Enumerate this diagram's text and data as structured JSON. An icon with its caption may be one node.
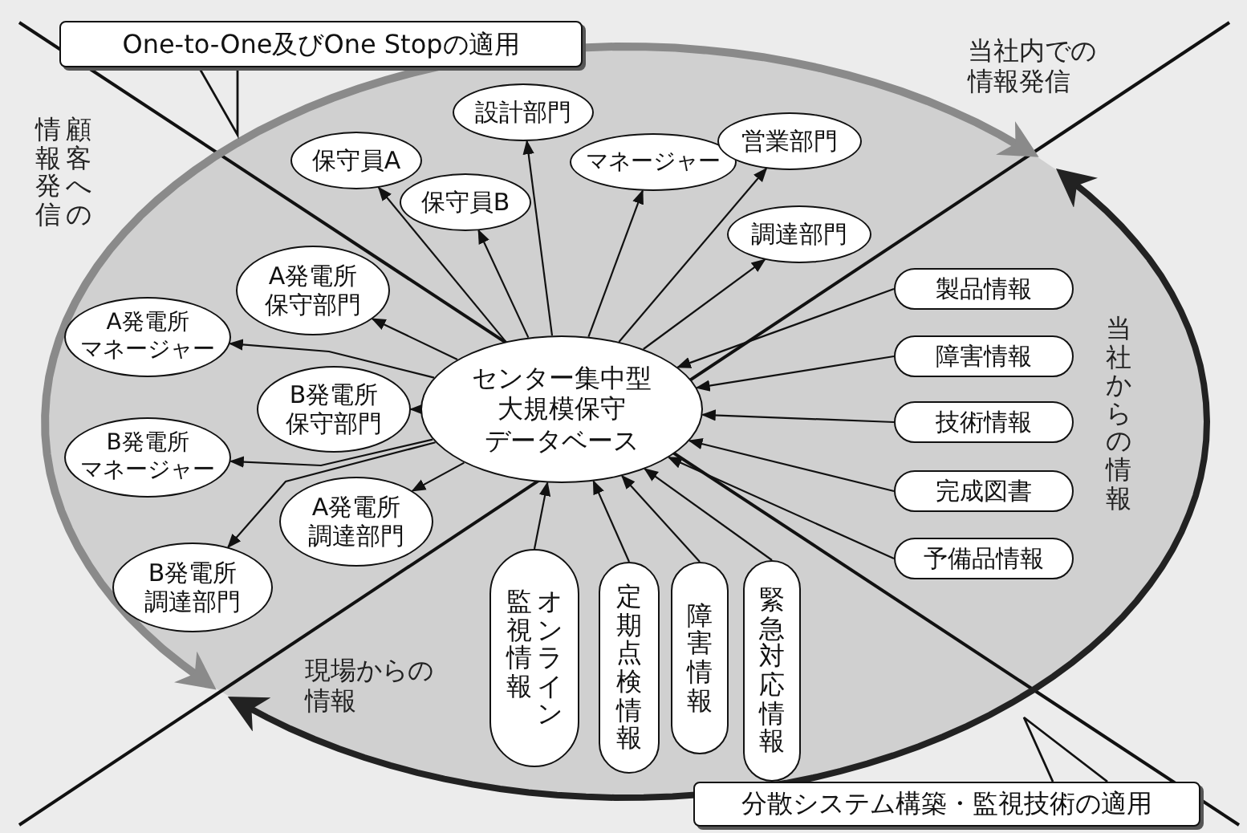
{
  "diagram": {
    "nodes": [
      {
        "text": [
          "One-to-One及びOne Stopの適用"
        ]
      },
      {
        "text": [
          "センター集中型大規模保守データベース"
        ]
      },
      {
        "text": [
          "保守員A"
        ]
      },
      {
        "text": [
          "保守員B"
        ]
      },
      {
        "text": [
          "設計部門"
        ]
      },
      {
        "text": [
          "マネージャー"
        ]
      },
      {
        "text": [
          "営業部門"
        ]
      },
      {
        "text": [
          "調達部門"
        ]
      },
      {
        "text": [
          "A発電所保守部門"
        ]
      },
      {
        "text": [
          "A発電所マネージャー"
        ]
      },
      {
        "text": [
          "B発電所保守部門"
        ]
      },
      {
        "text": [
          "B発電所マネージャー"
        ]
      },
      {
        "text": [
          "A発電所調達部門"
        ]
      },
      {
        "text": [
          "B発電所調達部門"
        ]
      },
      {
        "text": [
          "製品情報"
        ]
      },
      {
        "text": [
          "障害情報"
        ]
      },
      {
        "text": [
          "技術情報"
        ]
      },
      {
        "text": [
          "完成図書"
        ]
      },
      {
        "text": [
          "予備品情報"
        ]
      },
      {
        "text": [
          "オンライン監視情報"
        ]
      },
      {
        "text": [
          "定期点検情報"
        ]
      },
      {
        "text": [
          "障害情報"
        ]
      },
      {
        "text": [
          "緊急対応情報"
        ]
      },
      {
        "text": [
          "分散システム構築・監視技術の適用"
        ]
      }
    ],
    "edges": [
      {
        "from": 1,
        "to": 2,
        "arrow": "to"
      },
      {
        "from": 1,
        "to": 3,
        "arrow": "to"
      },
      {
        "from": 1,
        "to": 4,
        "arrow": "to"
      },
      {
        "from": 1,
        "to": 5,
        "arrow": "to"
      },
      {
        "from": 1,
        "to": 6,
        "arrow": "to"
      },
      {
        "from": 1,
        "to": 7,
        "arrow": "to"
      },
      {
        "from": 1,
        "to": 8,
        "arrow": "to"
      },
      {
        "from": 1,
        "to": 9,
        "arrow": "to"
      },
      {
        "from": 1,
        "to": 10,
        "arrow": "to"
      },
      {
        "from": 1,
        "to": 11,
        "arrow": "to"
      },
      {
        "from": 1,
        "to": 12,
        "arrow": "to"
      },
      {
        "from": 1,
        "to": 13,
        "arrow": "to"
      },
      {
        "from": 14,
        "to": 1,
        "arrow": "to"
      },
      {
        "from": 15,
        "to": 1,
        "arrow": "to"
      },
      {
        "from": 16,
        "to": 1,
        "arrow": "to"
      },
      {
        "from": 17,
        "to": 1,
        "arrow": "to"
      },
      {
        "from": 18,
        "to": 1,
        "arrow": "to"
      },
      {
        "from": 19,
        "to": 1,
        "arrow": "to"
      },
      {
        "from": 20,
        "to": 1,
        "arrow": "to"
      },
      {
        "from": 21,
        "to": 1,
        "arrow": "to"
      },
      {
        "from": 22,
        "to": 1,
        "arrow": "to"
      }
    ],
    "labels": [
      "顧客への情報発信",
      "当社内での情報発信",
      "当社からの情報",
      "現場からの情報"
    ]
  }
}
